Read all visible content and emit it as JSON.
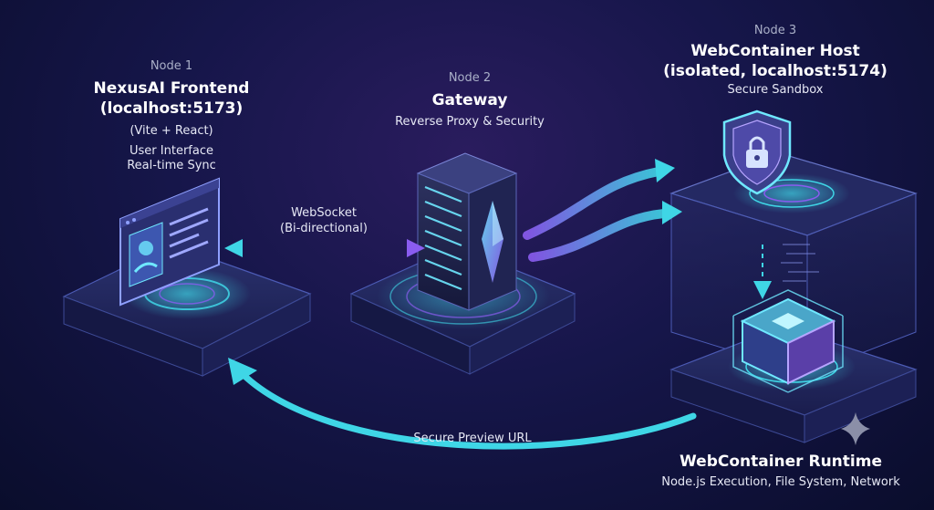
{
  "nodes": {
    "frontend": {
      "tag": "Node 1",
      "title_line1": "NexusAI Frontend",
      "title_line2": "(localhost:5173)",
      "lines": [
        "(Vite + React)",
        "User Interface",
        "Real-time Sync"
      ]
    },
    "gateway": {
      "tag": "Node 2",
      "title": "Gateway",
      "subtitle": "Reverse Proxy & Security"
    },
    "host": {
      "tag": "Node 3",
      "title_line1": "WebContainer Host",
      "title_line2": "(isolated, localhost:5174)",
      "subtitle": "Secure Sandbox"
    },
    "runtime": {
      "title": "WebContainer Runtime",
      "subtitle": "Node.js Execution, File System, Network"
    }
  },
  "edges": {
    "websocket": {
      "line1": "WebSocket",
      "line2": "(Bi-directional)"
    },
    "preview": {
      "label": "Secure Preview URL"
    }
  },
  "colors": {
    "accent": "#3fd6e6",
    "purple": "#8a5cf0",
    "background": "#12133f"
  },
  "icons": [
    "browser-window-icon",
    "server-tower-icon",
    "shield-lock-icon",
    "cube-runtime-icon",
    "sparkle-icon"
  ]
}
